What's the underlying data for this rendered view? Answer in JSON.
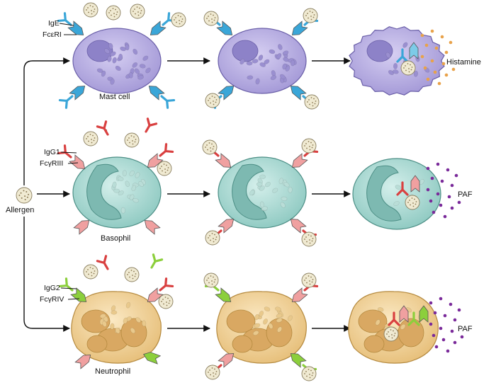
{
  "labels": {
    "allergen": "Allergen",
    "mast_cell": "Mast cell",
    "basophil": "Basophil",
    "neutrophil": "Neutrophil",
    "ige": "IgE",
    "fceri": "FcεRI",
    "igg1": "IgG1",
    "fcgriii": "FcγRIII",
    "igg2": "IgG2",
    "fcgriv": "FcγRIV",
    "histamine": "Histamine",
    "paf_1": "PAF",
    "paf_2": "PAF"
  },
  "colors": {
    "mast_cell_fill": "#b3a8e0",
    "basophil_fill": "#a8d8d2",
    "neutrophil_fill": "#f2d49a",
    "ige_receptor": "#3aa6d8",
    "igg1_antibody": "#d94040",
    "igg2_antibody": "#8ccf3c",
    "receptor_pink": "#f0a0a0",
    "histamine_dots": "#e8a24a",
    "paf_dots": "#7a2a9a",
    "allergen_fill": "#f0ead2"
  }
}
